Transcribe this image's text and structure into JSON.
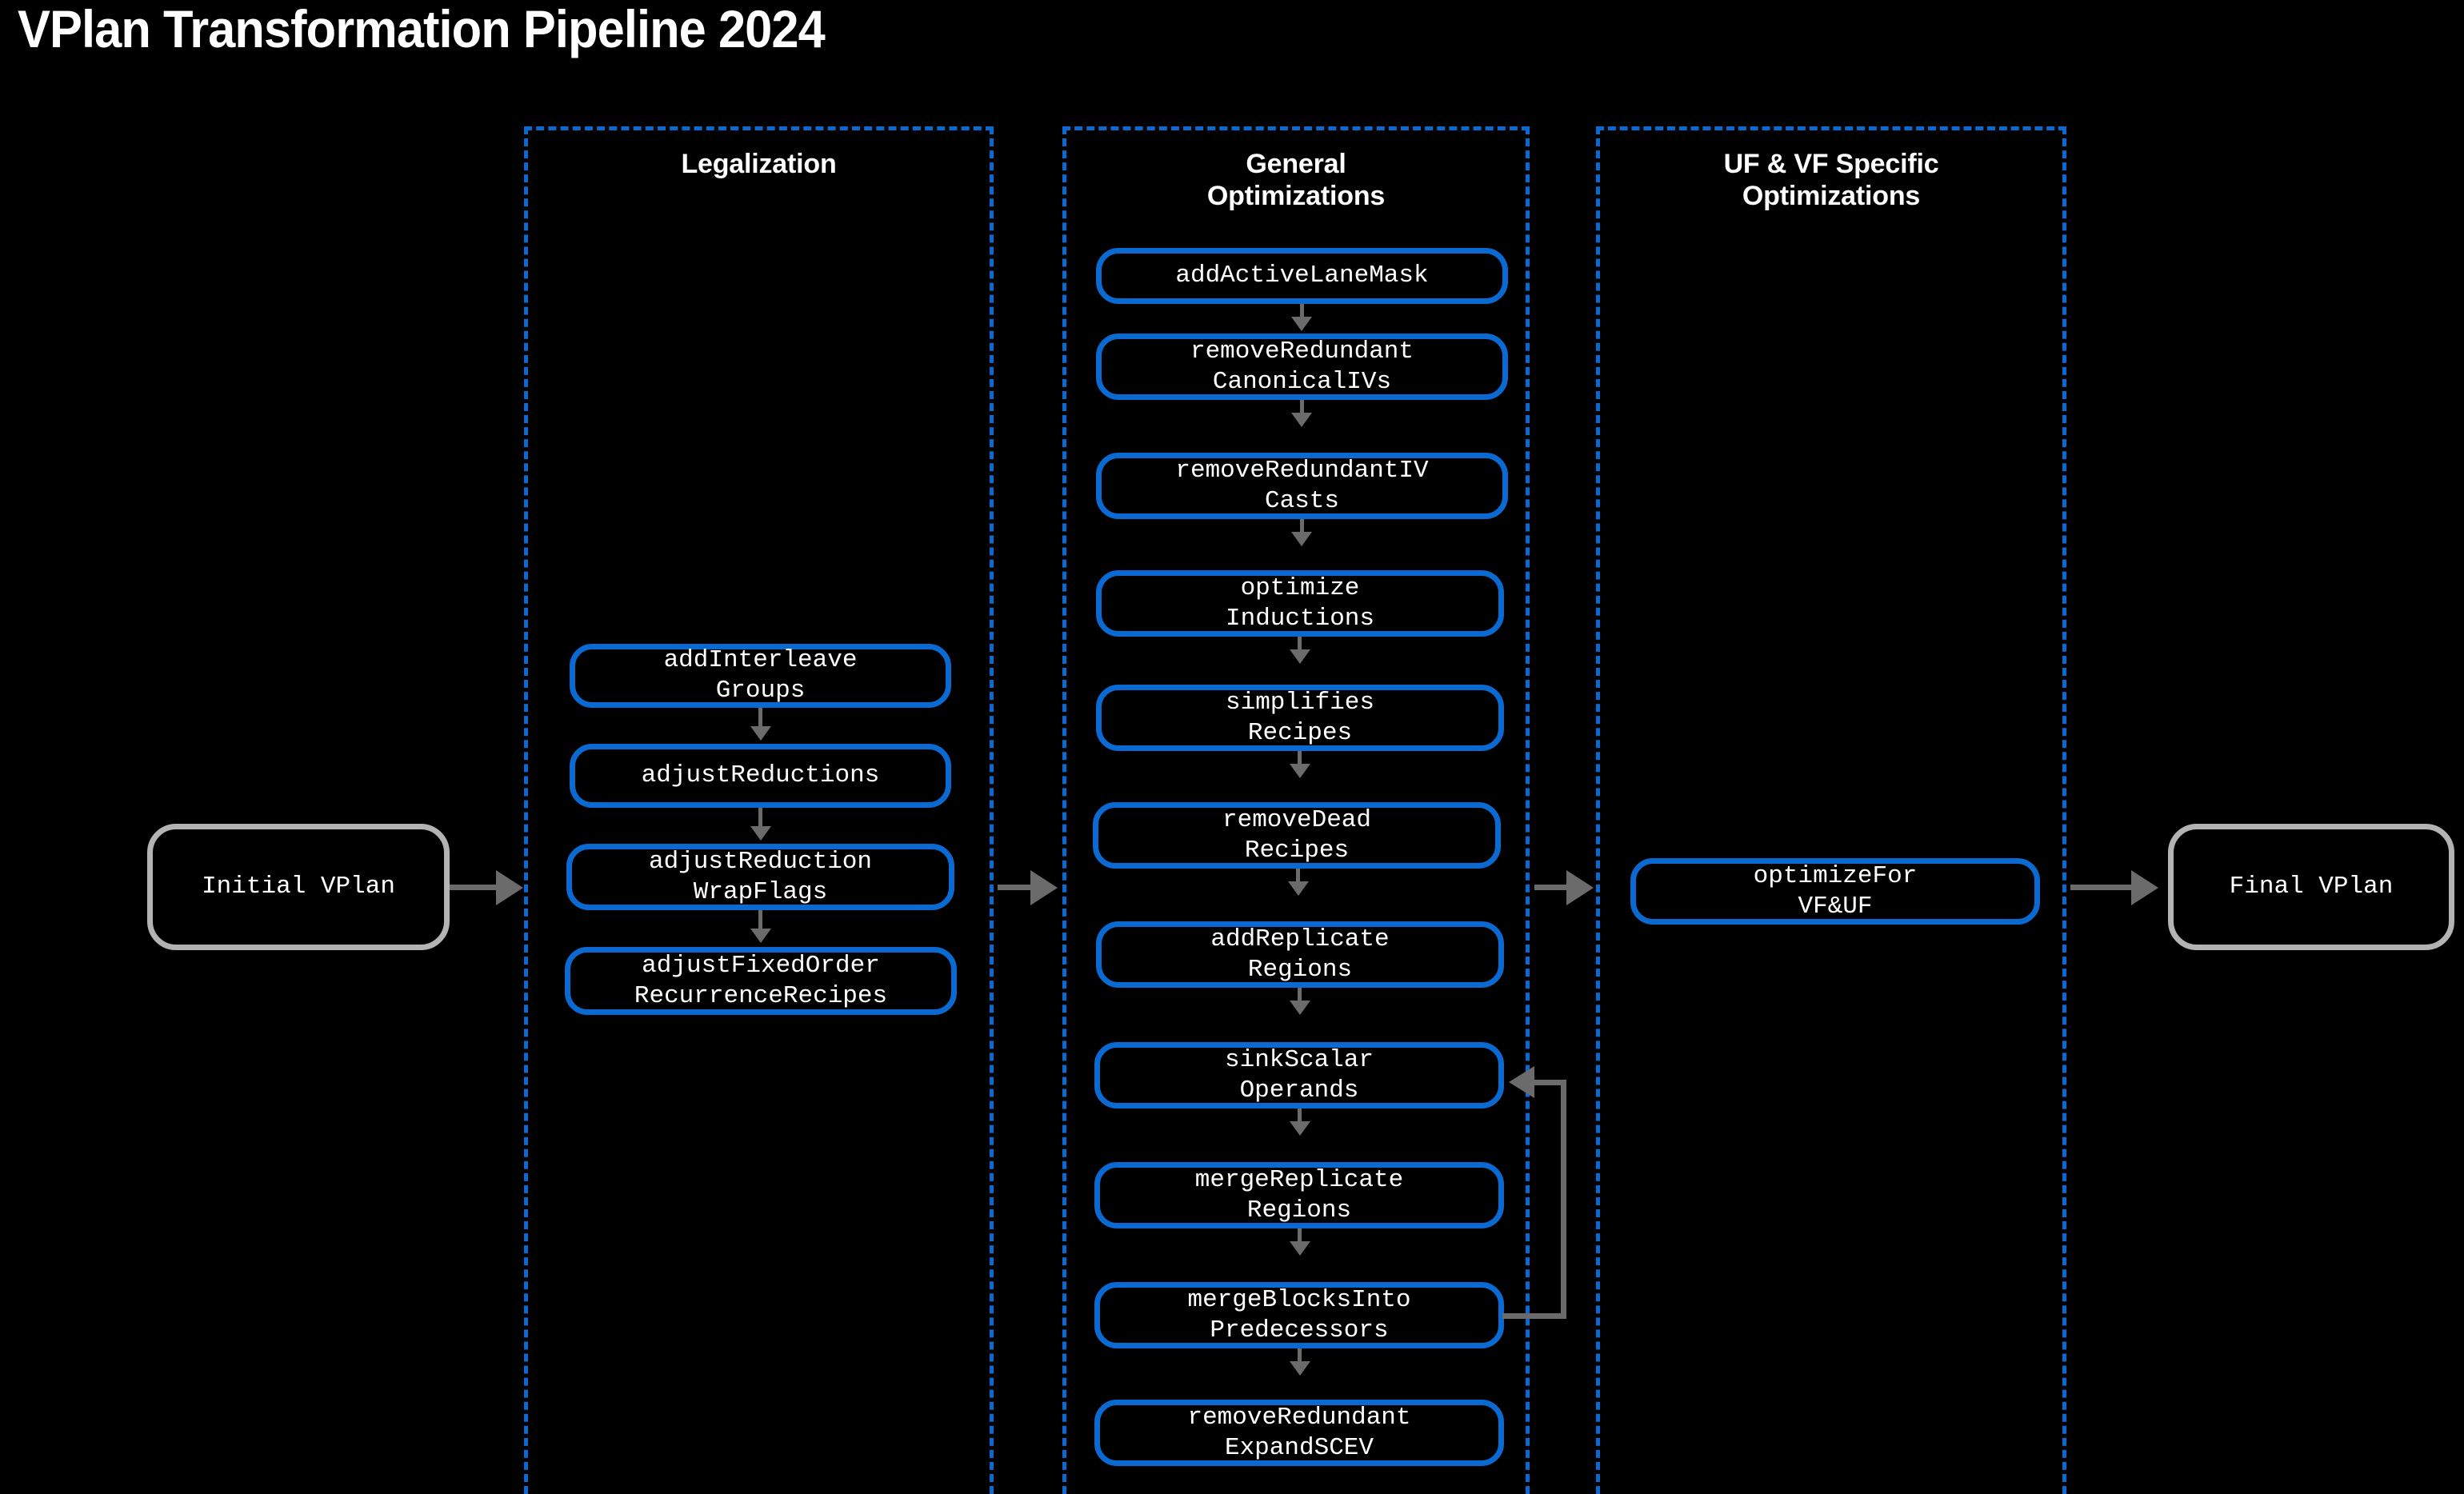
{
  "title": "VPlan Transformation Pipeline 2024",
  "colors": {
    "background": "#000000",
    "cluster_border": "#0b6ad2",
    "node_border_blue": "#0b6ad2",
    "node_border_grey": "#b3b3b3",
    "edge": "#6b6b6b",
    "text": "#ffffff"
  },
  "endpoints": {
    "start": "Initial VPlan",
    "end": "Final VPlan"
  },
  "clusters": [
    {
      "id": "legalization",
      "title": "Legalization",
      "nodes": [
        "addInterleave\nGroups",
        "adjustReductions",
        "adjustReduction\nWrapFlags",
        "adjustFixedOrder\nRecurrenceRecipes"
      ]
    },
    {
      "id": "general-optimizations",
      "title": "General\nOptimizations",
      "nodes": [
        "addActiveLaneMask",
        "removeRedundant\nCanonicalIVs",
        "removeRedundantIV\nCasts",
        "optimize\nInductions",
        "simplifies\nRecipes",
        "removeDead\nRecipes",
        "addReplicate\nRegions",
        "sinkScalar\nOperands",
        "mergeReplicate\nRegions",
        "mergeBlocksInto\nPredecessors",
        "removeRedundant\nExpandSCEV"
      ]
    },
    {
      "id": "uf-vf-specific-optimizations",
      "title": "UF & VF Specific\nOptimizations",
      "nodes": [
        "optimizeFor\nVF&UF"
      ]
    }
  ]
}
